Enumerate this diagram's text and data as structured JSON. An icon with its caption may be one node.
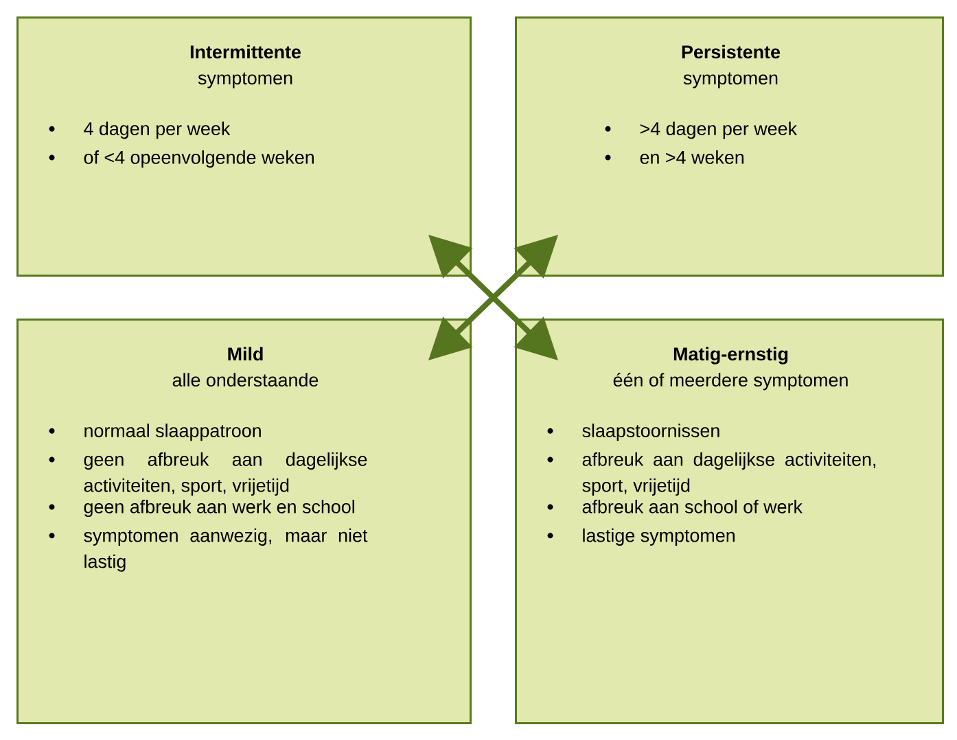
{
  "diagram": {
    "nodes": [
      {
        "text": [
          "Intermittente",
          "symptomen",
          "4 dagen per week",
          "of <4 opeenvolgende weken"
        ]
      },
      {
        "text": [
          "Persistente",
          "symptomen",
          ">4 dagen per week",
          "en >4 weken"
        ]
      },
      {
        "text": [
          "Mild",
          "alle onderstaande",
          "normaal slaappatroon",
          "geen afbreuk aan dagelijkse activiteiten, sport, vrijetijd",
          "geen afbreuk aan werk en school",
          "symptomen aanwezig, maar niet lastig"
        ]
      },
      {
        "text": [
          "Matig-ernstig",
          "één of meerdere symptomen",
          "slaapstoornissen",
          "afbreuk aan dagelijkse activiteiten, sport, vrijetijd",
          "afbreuk aan school of werk",
          "lastige symptomen"
        ]
      }
    ],
    "edges": [
      {
        "from": 0,
        "to": 3,
        "arrow": "both"
      },
      {
        "from": 1,
        "to": 2,
        "arrow": "both"
      }
    ]
  }
}
